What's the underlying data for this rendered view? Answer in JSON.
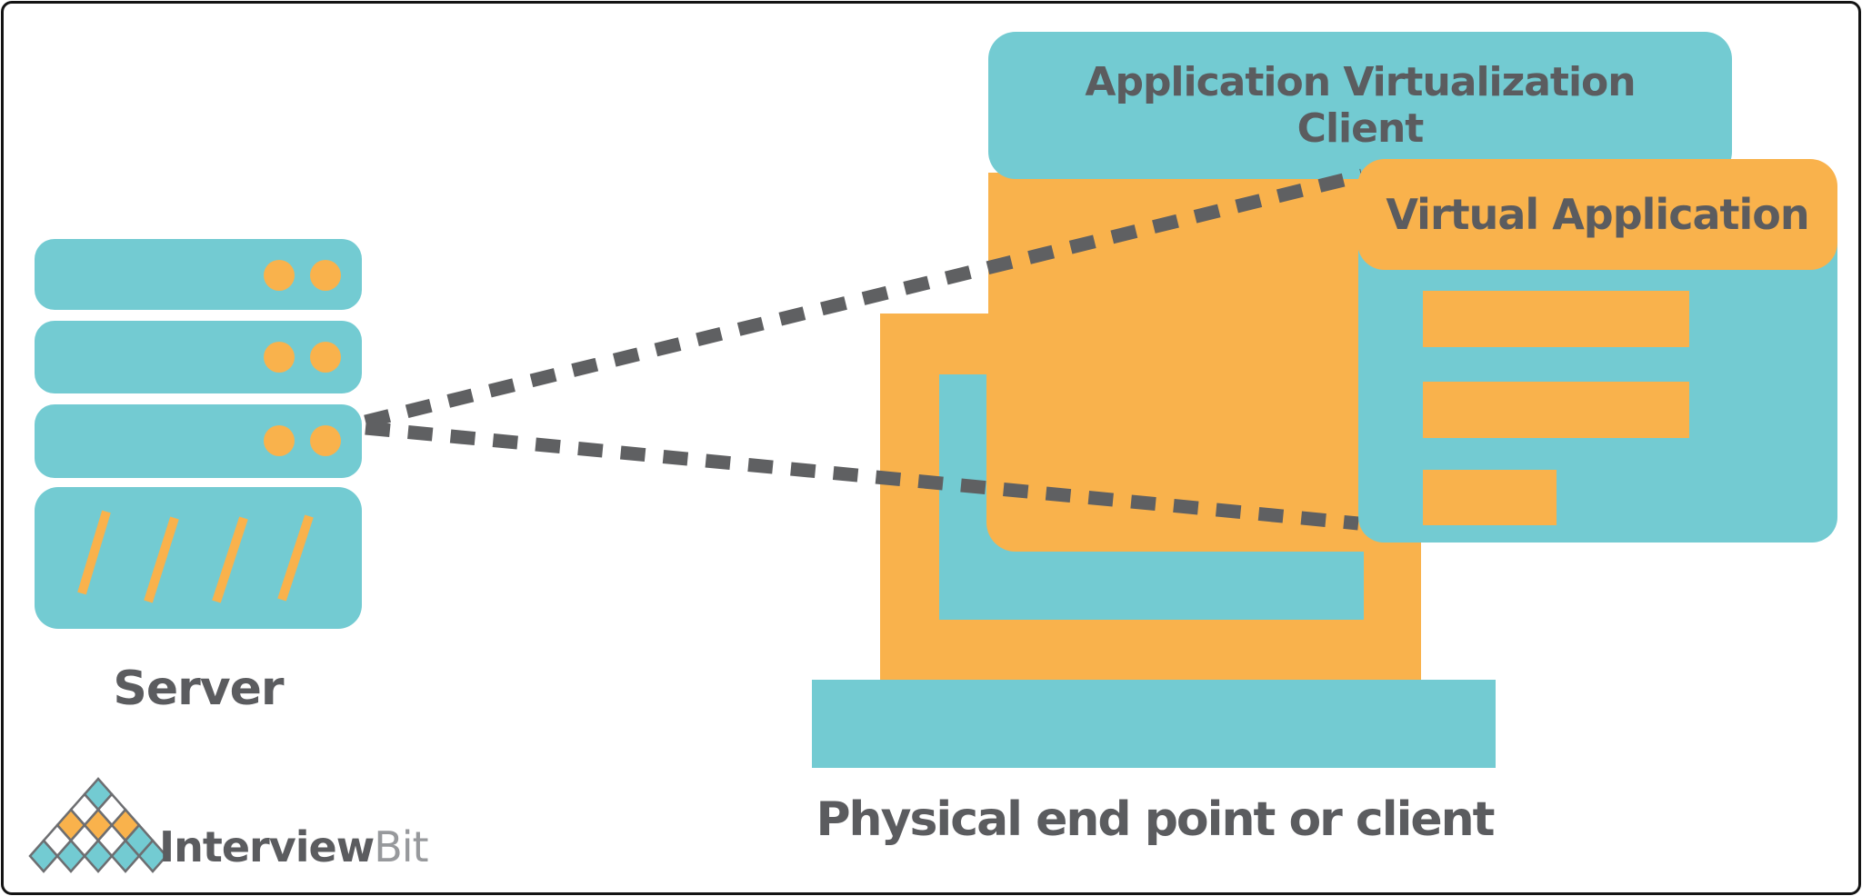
{
  "title": "Application Virtualization diagram",
  "labels": {
    "client_box_line1": "Application Virtualization",
    "client_box_line2": "Client",
    "virtual_application": "Virtual Application",
    "server": "Server",
    "endpoint": "Physical end point or client",
    "logo_interview": "Interview",
    "logo_bit": "Bit"
  },
  "colors": {
    "teal": "#73CBD2",
    "orange": "#F9B24C",
    "text_gray": "#5B5C5F",
    "dash_gray": "#5F6062",
    "logo_bit_gray": "#97999C",
    "logo_outline": "#6D6E71"
  },
  "icons": [
    {
      "name": "server-rack-icon",
      "shape": "three teal rack units with two orange led dots each, plus a vented unit with four orange slashes"
    },
    {
      "name": "monitor-icon",
      "shape": "orange monitor body with teal screen frame and wide teal stand"
    },
    {
      "name": "dashed-connection-lines-icon",
      "shape": "two gray dashed lines fanning from server to client"
    },
    {
      "name": "interviewbit-pyramid-icon",
      "shape": "pyramid of teal, white and orange diamonds"
    }
  ]
}
